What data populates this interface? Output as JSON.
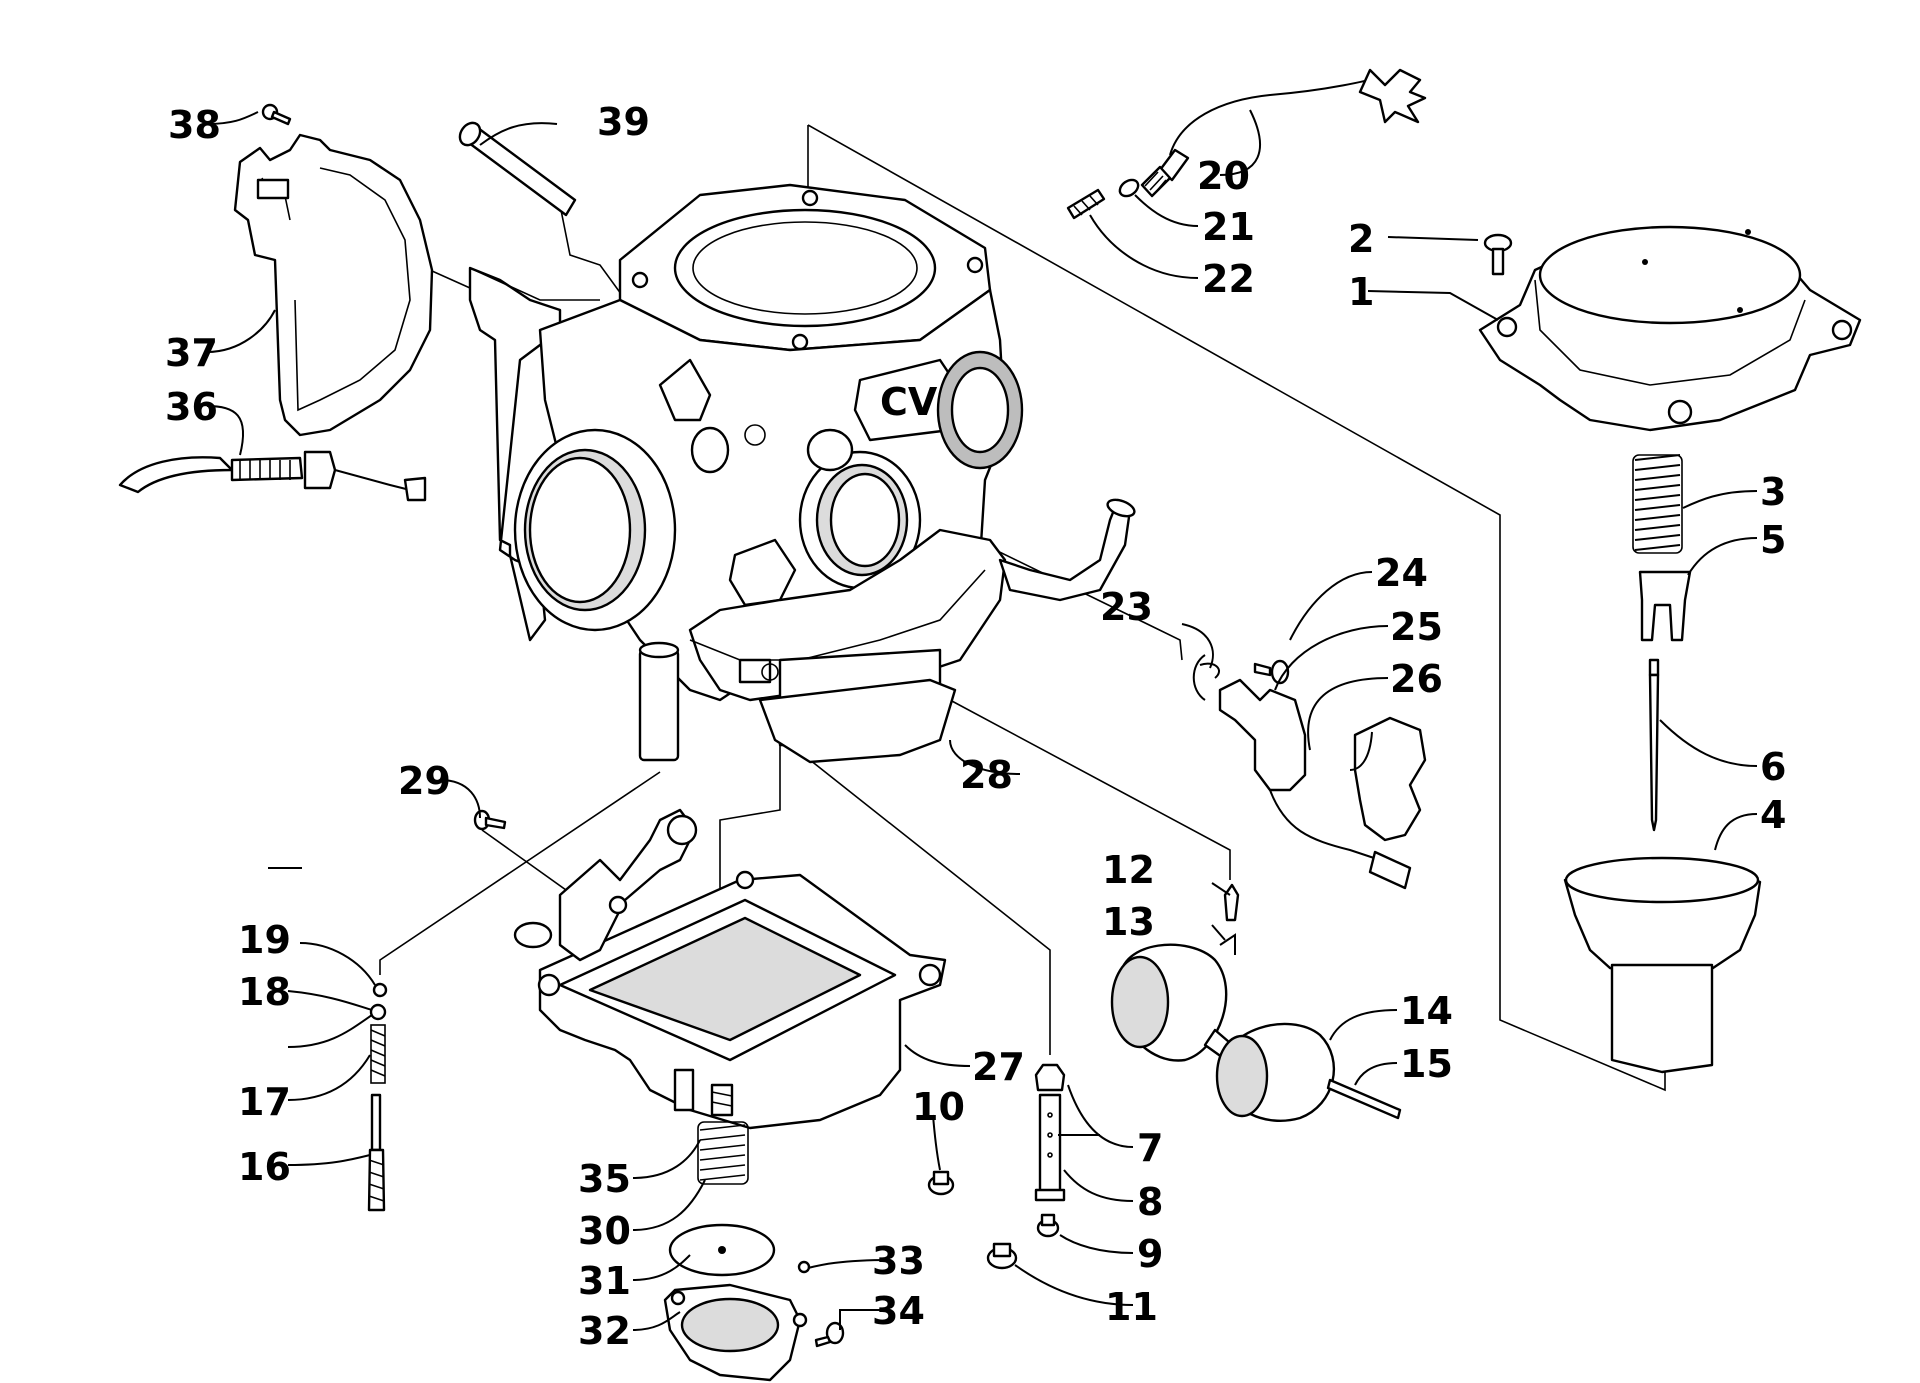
{
  "diagram": {
    "body_marking": "CVK",
    "callouts": [
      {
        "id": "c1",
        "label": "1"
      },
      {
        "id": "c2",
        "label": "2"
      },
      {
        "id": "c3",
        "label": "3"
      },
      {
        "id": "c4",
        "label": "4"
      },
      {
        "id": "c5",
        "label": "5"
      },
      {
        "id": "c6",
        "label": "6"
      },
      {
        "id": "c7",
        "label": "7"
      },
      {
        "id": "c8",
        "label": "8"
      },
      {
        "id": "c9",
        "label": "9"
      },
      {
        "id": "c10",
        "label": "10"
      },
      {
        "id": "c11",
        "label": "11"
      },
      {
        "id": "c12",
        "label": "12"
      },
      {
        "id": "c13",
        "label": "13"
      },
      {
        "id": "c14",
        "label": "14"
      },
      {
        "id": "c15",
        "label": "15"
      },
      {
        "id": "c16",
        "label": "16"
      },
      {
        "id": "c17",
        "label": "17"
      },
      {
        "id": "c18",
        "label": "18"
      },
      {
        "id": "c19",
        "label": "19"
      },
      {
        "id": "c20",
        "label": "20"
      },
      {
        "id": "c21",
        "label": "21"
      },
      {
        "id": "c22",
        "label": "22"
      },
      {
        "id": "c23",
        "label": "23"
      },
      {
        "id": "c24",
        "label": "24"
      },
      {
        "id": "c25",
        "label": "25"
      },
      {
        "id": "c26",
        "label": "26"
      },
      {
        "id": "c27",
        "label": "27"
      },
      {
        "id": "c28",
        "label": "28"
      },
      {
        "id": "c29",
        "label": "29"
      },
      {
        "id": "c30",
        "label": "30"
      },
      {
        "id": "c31",
        "label": "31"
      },
      {
        "id": "c32",
        "label": "32"
      },
      {
        "id": "c33",
        "label": "33"
      },
      {
        "id": "c34",
        "label": "34"
      },
      {
        "id": "c35",
        "label": "35"
      },
      {
        "id": "c36",
        "label": "36"
      },
      {
        "id": "c37",
        "label": "37"
      },
      {
        "id": "c38",
        "label": "38"
      },
      {
        "id": "c39",
        "label": "39"
      }
    ]
  }
}
